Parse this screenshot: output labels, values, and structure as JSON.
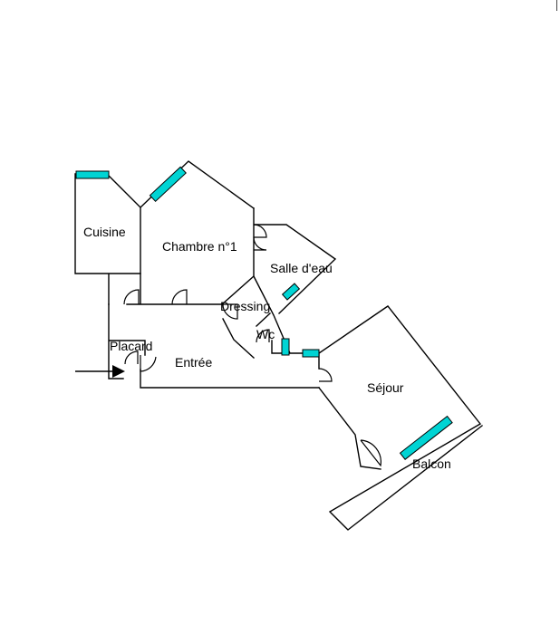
{
  "colors": {
    "wall": "#000000",
    "window": "#00d4d4",
    "background": "#ffffff"
  },
  "rooms": {
    "cuisine": "Cuisine",
    "chambre": "Chambre n°1",
    "salle_eau": "Salle d'eau",
    "dressing": "Dressing",
    "wc": "Wc",
    "placard": "Placard",
    "entree": "Entrée",
    "sejour": "Séjour",
    "balcon": "Balcon"
  },
  "icons": {
    "entrance": "arrow-right-icon"
  }
}
